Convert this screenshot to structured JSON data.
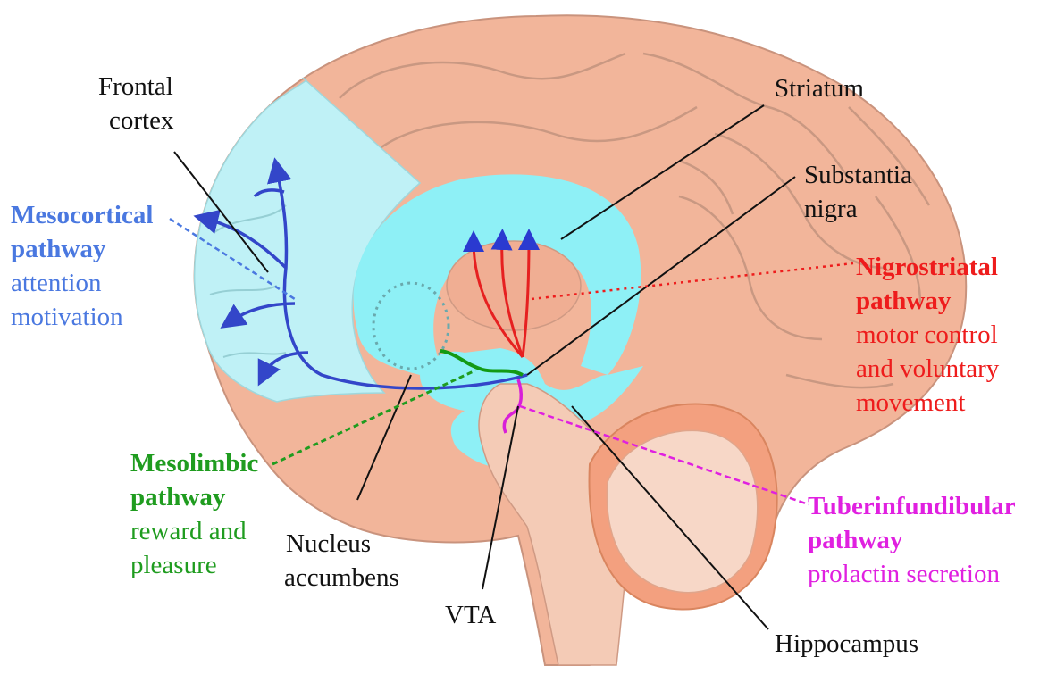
{
  "colors": {
    "cortex": "#f2b59a",
    "cortex_line": "#b98a76",
    "dopamine_region": "#8ef0f6",
    "frontal_region": "#bff1f6",
    "cerebellum": "#f3a07f",
    "mesocortical": "#3346c9",
    "nigrostriatal": "#e62020",
    "mesolimbic": "#139a13",
    "tuberinfundibular": "#d81fd8"
  },
  "labels": {
    "frontal_cortex": [
      "Frontal",
      "cortex"
    ],
    "striatum": "Striatum",
    "substantia_nigra": [
      "Substantia",
      "nigra"
    ],
    "nucleus_accumbens": [
      "Nucleus",
      "accumbens"
    ],
    "vta": "VTA",
    "hippocampus": "Hippocampus"
  },
  "pathways": {
    "mesocortical": {
      "name": [
        "Mesocortical",
        "pathway"
      ],
      "function": [
        "attention",
        "motivation"
      ]
    },
    "nigrostriatal": {
      "name": [
        "Nigrostriatal",
        "pathway"
      ],
      "function": [
        "motor control",
        "and voluntary",
        "movement"
      ]
    },
    "mesolimbic": {
      "name": [
        "Mesolimbic",
        "pathway"
      ],
      "function": [
        "reward and",
        "pleasure"
      ]
    },
    "tuberinfundibular": {
      "name": [
        "Tuberinfundibular",
        "pathway"
      ],
      "function": [
        "prolactin secretion"
      ]
    }
  }
}
